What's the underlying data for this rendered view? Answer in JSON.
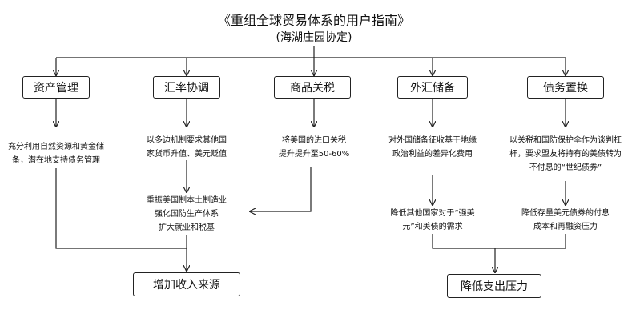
{
  "title": "《重组全球贸易体系的用户指南》",
  "subtitle": "(海湖庄园协定)",
  "categories": [
    {
      "label": "资产管理",
      "desc": [
        "充分利用自然资源和黄金储",
        "备，潜在地支持债务管理"
      ]
    },
    {
      "label": "汇率协调",
      "desc": [
        "以多边机制要求其他国",
        "家货币升值、美元贬值"
      ]
    },
    {
      "label": "商品关税",
      "desc": [
        "将美国的进口关税",
        "提升提升至50-60%"
      ]
    },
    {
      "label": "外汇储备",
      "desc": [
        "对外国储备征收基于地缘",
        "政治利益的差异化费用"
      ]
    },
    {
      "label": "债务置换",
      "desc": [
        "以关税和国防保护伞作为谈判杠",
        "杆，要求盟友将持有的美债转为",
        "不付息的“世纪债券”"
      ]
    }
  ],
  "intermediate": {
    "reshore": [
      "重振美国制本土制造业",
      "强化国防生产体系",
      "扩大就业和税基"
    ],
    "reduce_demand": [
      "降低其他国家对于“强美",
      "元”和美债的需求"
    ],
    "reduce_cost": [
      "降低存量美元债券的付息",
      "成本和再融资压力"
    ]
  },
  "outcomes": {
    "left": "增加收入来源",
    "right": "降低支出压力"
  }
}
